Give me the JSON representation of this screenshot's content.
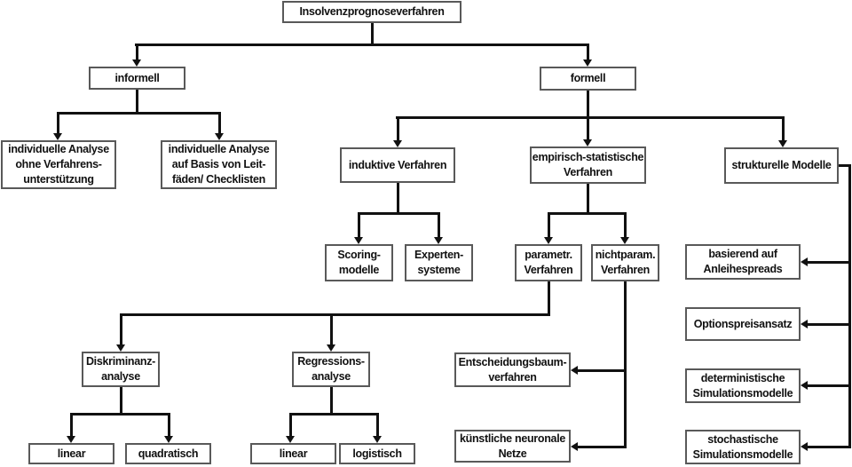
{
  "diagram": {
    "nodes": {
      "root": {
        "label": "Insolvenzprognoseverfahren"
      },
      "informell": {
        "label": "informell"
      },
      "formell": {
        "label": "formell"
      },
      "analyse_ohne": {
        "label": "individuelle Analyse\nohne Verfahrens-\nunterstützung"
      },
      "analyse_leitfaeden": {
        "label": "individuelle Analyse\nauf Basis von Leit-\nfäden/ Checklisten"
      },
      "induktive": {
        "label": "induktive Verfahren"
      },
      "empirisch": {
        "label": "empirisch-statistische\nVerfahren"
      },
      "strukturell": {
        "label": "strukturelle Modelle"
      },
      "scoring": {
        "label": "Scoring-\nmodelle"
      },
      "experten": {
        "label": "Experten-\nsysteme"
      },
      "parametrisch": {
        "label": "parametr.\nVerfahren"
      },
      "nichtparam": {
        "label": "nichtparam.\nVerfahren"
      },
      "diskriminanz": {
        "label": "Diskriminanz-\nanalyse"
      },
      "regression": {
        "label": "Regressions-\nanalyse"
      },
      "entscheidungsbaum": {
        "label": "Entscheidungsbaum-\nverfahren"
      },
      "neuronale": {
        "label": "künstliche neuronale\nNetze"
      },
      "linear_da": {
        "label": "linear"
      },
      "quadratisch": {
        "label": "quadratisch"
      },
      "linear_reg": {
        "label": "linear"
      },
      "logistisch": {
        "label": "logistisch"
      },
      "anleihespreads": {
        "label": "basierend auf\nAnleihespreads"
      },
      "optionspreis": {
        "label": "Optionspreisansatz"
      },
      "deterministisch": {
        "label": "deterministische\nSimulationsmodelle"
      },
      "stochastisch": {
        "label": "stochastische\nSimulationsmodelle"
      }
    },
    "colors": {
      "background": "#ffffff",
      "box_border": "#595959",
      "line": "#111111",
      "text": "#111111"
    }
  }
}
